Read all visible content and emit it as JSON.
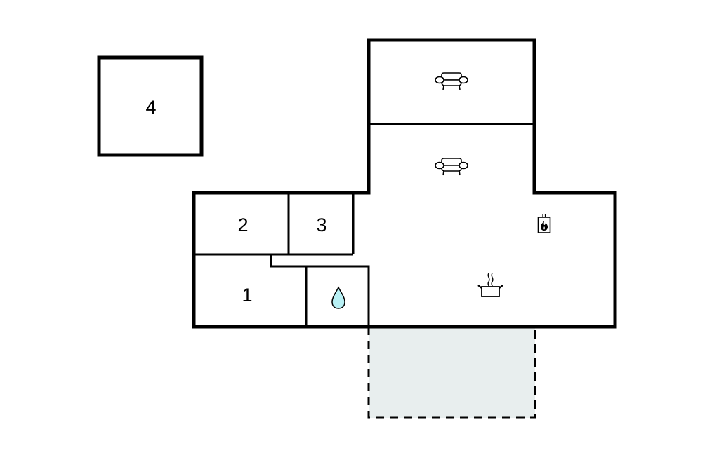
{
  "floorplan": {
    "colors": {
      "wall": "#000000",
      "background": "#ffffff",
      "terrace_fill": "#e8eeee",
      "water_fill": "#b8f0f4"
    },
    "rooms": [
      {
        "id": "room-1",
        "label": "1",
        "type": "bedroom"
      },
      {
        "id": "room-2",
        "label": "2",
        "type": "bedroom"
      },
      {
        "id": "room-3",
        "label": "3",
        "type": "bedroom"
      },
      {
        "id": "room-4",
        "label": "4",
        "type": "separate-annex"
      }
    ],
    "icons": [
      {
        "name": "sofa-icon",
        "room": "upper-living-room"
      },
      {
        "name": "sofa-icon",
        "room": "living-room"
      },
      {
        "name": "fireplace-stove-icon",
        "room": "living-room"
      },
      {
        "name": "cooking-pot-icon",
        "room": "kitchen"
      },
      {
        "name": "water-drop-icon",
        "room": "bathroom"
      }
    ],
    "terrace": {
      "style": "dashed-outline",
      "label": ""
    }
  }
}
